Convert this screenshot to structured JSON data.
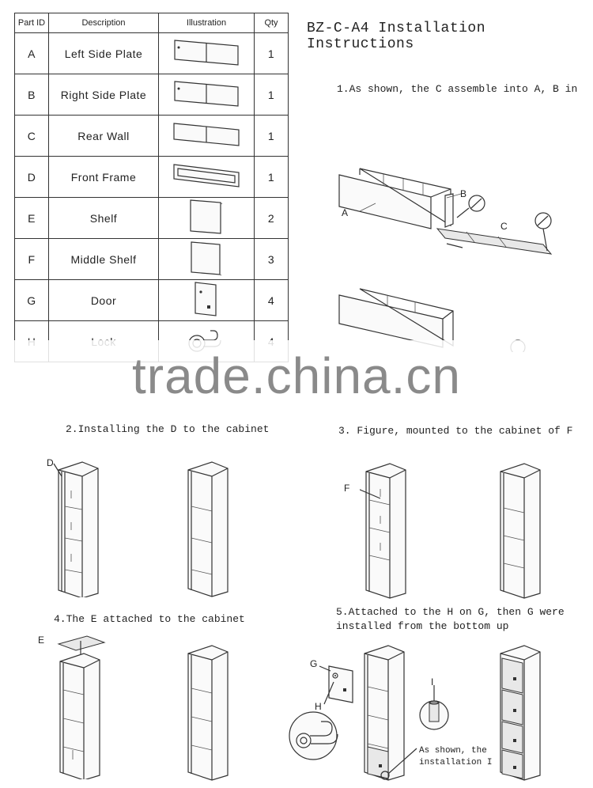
{
  "table": {
    "headers": {
      "id": "Part ID",
      "desc": "Description",
      "ill": "Illustration",
      "qty": "Qty"
    },
    "rows": [
      {
        "id": "A",
        "desc": "Left Side Plate",
        "qty": "1",
        "icon": "side-plate-icon"
      },
      {
        "id": "B",
        "desc": "Right Side Plate",
        "qty": "1",
        "icon": "side-plate-icon"
      },
      {
        "id": "C",
        "desc": "Rear Wall",
        "qty": "1",
        "icon": "rear-wall-icon"
      },
      {
        "id": "D",
        "desc": "Front Frame",
        "qty": "1",
        "icon": "front-frame-icon"
      },
      {
        "id": "E",
        "desc": "Shelf",
        "qty": "2",
        "icon": "shelf-icon"
      },
      {
        "id": "F",
        "desc": "Middle Shelf",
        "qty": "3",
        "icon": "middle-shelf-icon"
      },
      {
        "id": "G",
        "desc": "Door",
        "qty": "4",
        "icon": "door-icon"
      },
      {
        "id": "H",
        "desc": "Lock",
        "qty": "4",
        "icon": "lock-icon"
      }
    ]
  },
  "title": "BZ-C-A4 Installation Instructions",
  "steps": {
    "s1": "1.As shown, the C assemble into A, B in",
    "s2": "2.Installing the D to the cabinet",
    "s3": "3. Figure, mounted to the cabinet of F",
    "s4": "4.The E attached to the cabinet",
    "s5_line1": "5.Attached to the H on G, then G were",
    "s5_line2": "installed from the bottom up"
  },
  "labels": {
    "a": "A",
    "b": "B",
    "c": "C",
    "d": "D",
    "e": "E",
    "f": "F",
    "g": "G",
    "h": "H",
    "i": "I",
    "note1": "As shown, the",
    "note2": "installation I"
  },
  "watermark": "trade.china.cn"
}
